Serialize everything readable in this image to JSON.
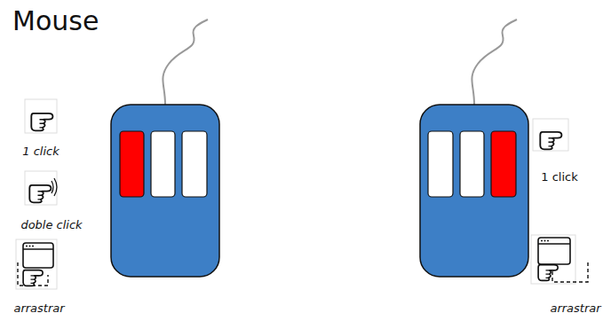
{
  "diagram": {
    "title": "Mouse",
    "labels": [
      "1 click",
      "doble click",
      "arrastrar",
      "1 click",
      "arrastrar"
    ]
  }
}
